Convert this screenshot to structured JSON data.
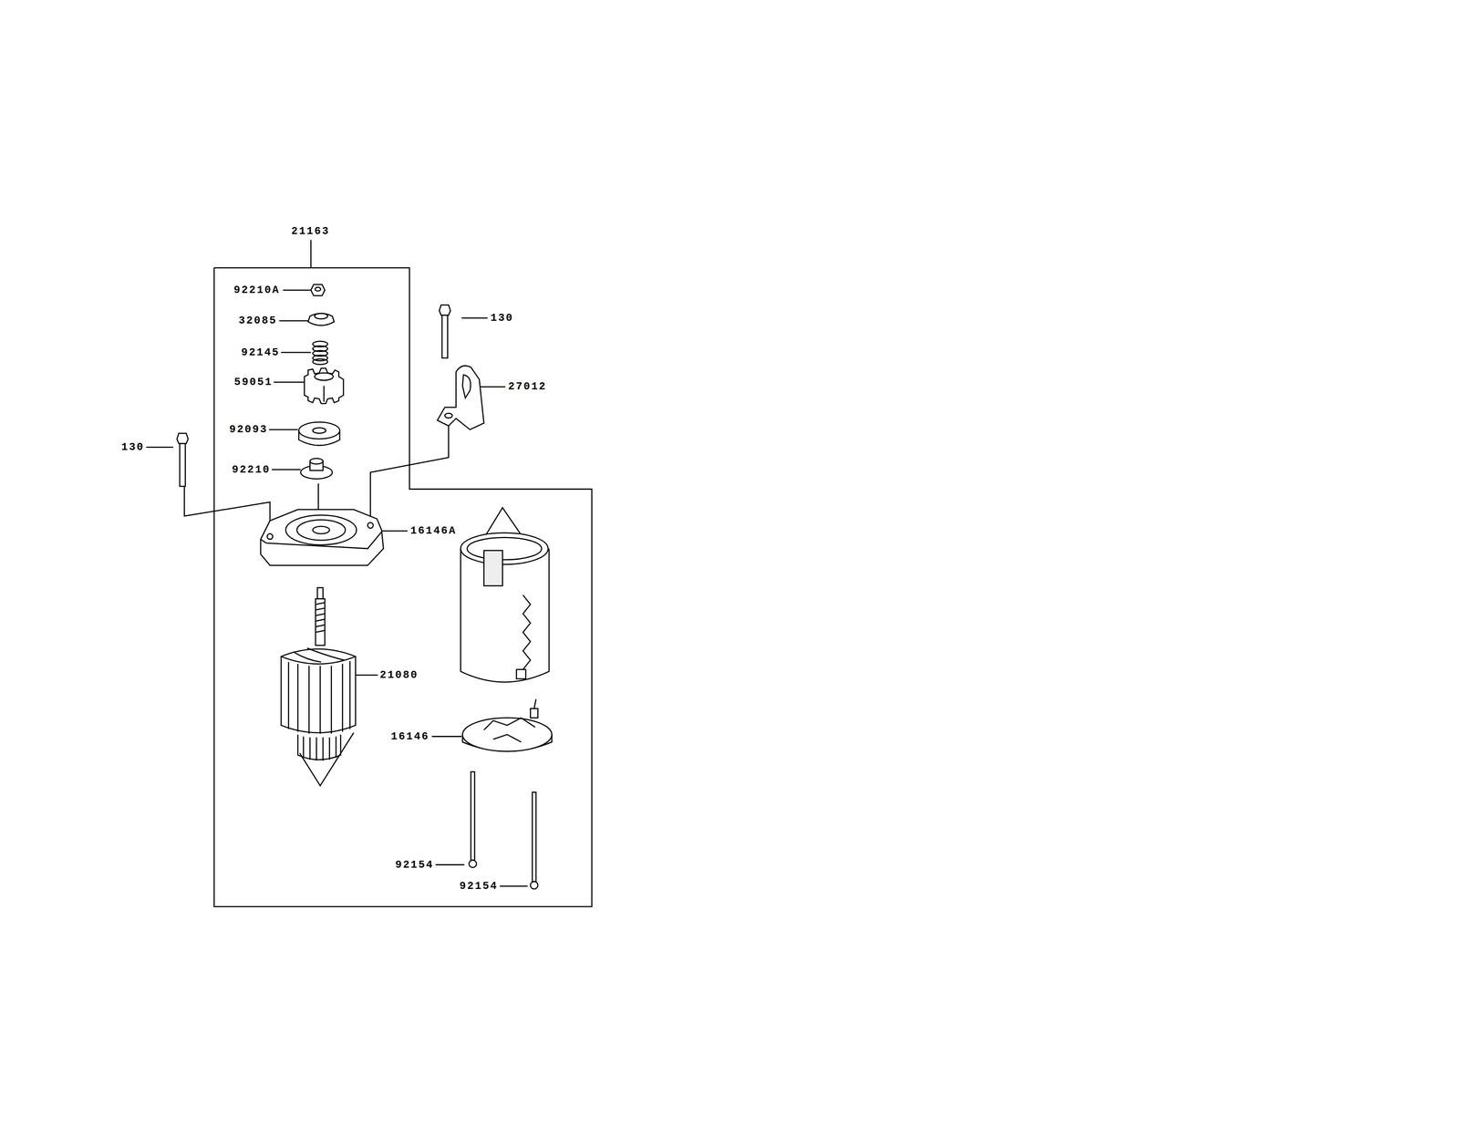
{
  "diagram": {
    "labels": [
      "21163",
      "92210A",
      "130",
      "32085",
      "92145",
      "59051",
      "27012",
      "92093",
      "130",
      "92210",
      "16146A",
      "21080",
      "16146",
      "92154",
      "92154"
    ]
  }
}
